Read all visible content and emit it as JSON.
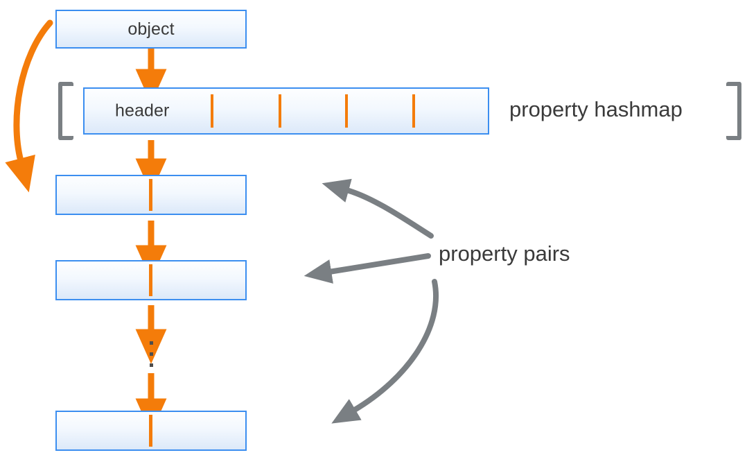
{
  "diagram": {
    "title": "object property hashmap and property pairs layout",
    "colors": {
      "box_border": "#3b8ef0",
      "box_fill_top": "#fdfeff",
      "box_fill_bottom": "#dce9f9",
      "orange_arrow": "#f47c0a",
      "gray_arrow": "#7a7f83",
      "text": "#3a3a3a",
      "background": "#ffffff"
    },
    "boxes": [
      {
        "name": "object-box",
        "label": "object"
      },
      {
        "name": "header-box",
        "label": "header",
        "tick_count": 4
      },
      {
        "name": "property-pair-box-1",
        "label": ""
      },
      {
        "name": "property-pair-box-2",
        "label": ""
      },
      {
        "name": "property-pair-box-last",
        "label": ""
      }
    ],
    "captions": [
      {
        "name": "property-hashmap-caption",
        "text": "property hashmap"
      },
      {
        "name": "property-pairs-caption",
        "text": "property pairs"
      }
    ],
    "brackets": [
      {
        "name": "hashmap-bracket-left",
        "glyph": "["
      },
      {
        "name": "hashmap-bracket-right",
        "glyph": "]"
      }
    ],
    "ellipsis": {
      "name": "vertical-ellipsis",
      "dot_count": 3
    },
    "arrows": {
      "orange_down_count": 4,
      "orange_curved_count": 1,
      "gray_pointer_count": 3
    }
  }
}
